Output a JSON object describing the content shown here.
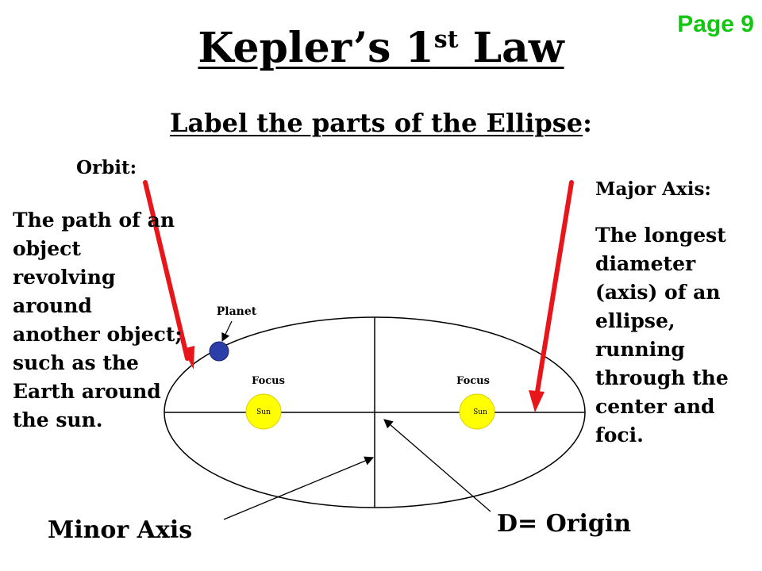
{
  "header": {
    "page_label": "Page 9",
    "title_main": "Kepler’s 1",
    "title_sup": "st",
    "title_end": " Law",
    "subtitle": "Label the parts of the Ellipse",
    "subtitle_colon": ":"
  },
  "left_panel": {
    "heading": "Orbit:",
    "definition": "The path of an object revolving around another object; such as the Earth around the sun."
  },
  "right_panel": {
    "heading": "Major Axis:",
    "definition": "The longest diameter (axis) of an ellipse, running through the center and foci."
  },
  "diagram": {
    "planet_label": "Planet",
    "focus_left_label": "Focus",
    "focus_right_label": "Focus",
    "sun_left_label": "Sun",
    "sun_right_label": "Sun"
  },
  "bottom": {
    "minor_axis_label": "Minor Axis",
    "origin_label": "D= Origin"
  },
  "colors": {
    "accent_green": "#12c70f",
    "arrow_red": "#e8151b",
    "sun_yellow": "#ffff00",
    "planet_blue": "#2c3fa8"
  }
}
